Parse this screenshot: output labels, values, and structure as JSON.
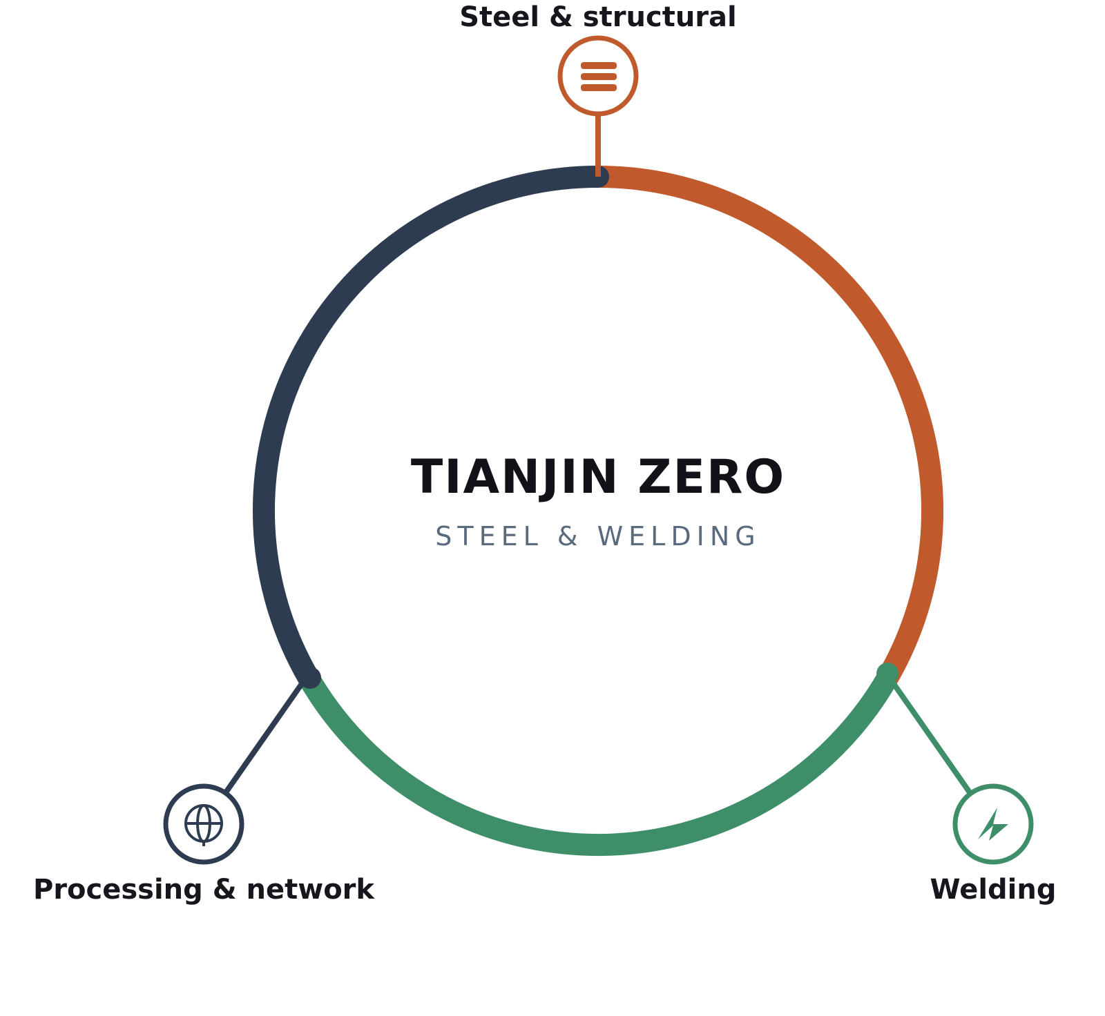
{
  "center": {
    "title": "TIANJIN ZERO",
    "subtitle": "STEEL & WELDING"
  },
  "segments": [
    {
      "id": "steel",
      "label": "Steel & structural",
      "icon": "layers-icon",
      "color": "#c05a2c"
    },
    {
      "id": "welding",
      "label": "Welding",
      "icon": "lightning-bolt-icon",
      "color": "#3f8e6a"
    },
    {
      "id": "processing",
      "label": "Processing & network",
      "icon": "globe-icon",
      "color": "#2d3c50"
    }
  ]
}
